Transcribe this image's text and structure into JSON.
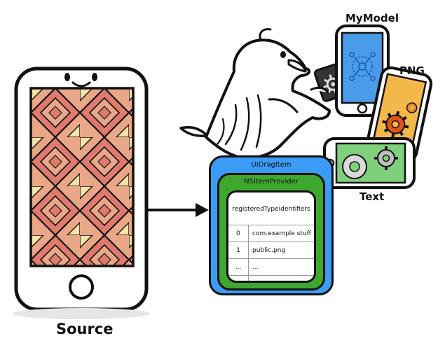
{
  "labels": {
    "source": "Source",
    "my_model": "MyModel",
    "png": "PNG",
    "text": "Text"
  },
  "drag_item": {
    "title": "UIDragItem",
    "item_provider": {
      "title": "NSItemProvider",
      "table": {
        "header": "registeredTypeIdentifiers",
        "rows": [
          {
            "index": "0",
            "value": "com.example.stuff"
          },
          {
            "index": "1",
            "value": "public.png"
          },
          {
            "index": "...",
            "value": "..."
          },
          {
            "index": "",
            "value": ""
          }
        ]
      }
    }
  },
  "colors": {
    "drag_item_blue": "#3a9cf6",
    "item_provider_green": "#3ea82e",
    "mymodel_screen_blue": "#4a9be8",
    "png_screen_orange": "#f4b84a",
    "text_screen_green": "#7fd07a",
    "tile_red": "#e07a6c",
    "tile_peach": "#eaa787",
    "tile_cream": "#f5e3a8"
  },
  "icons": [
    "phone-face-icon",
    "bird-icon",
    "gear-icon",
    "network-icon",
    "arrow-icon"
  ]
}
